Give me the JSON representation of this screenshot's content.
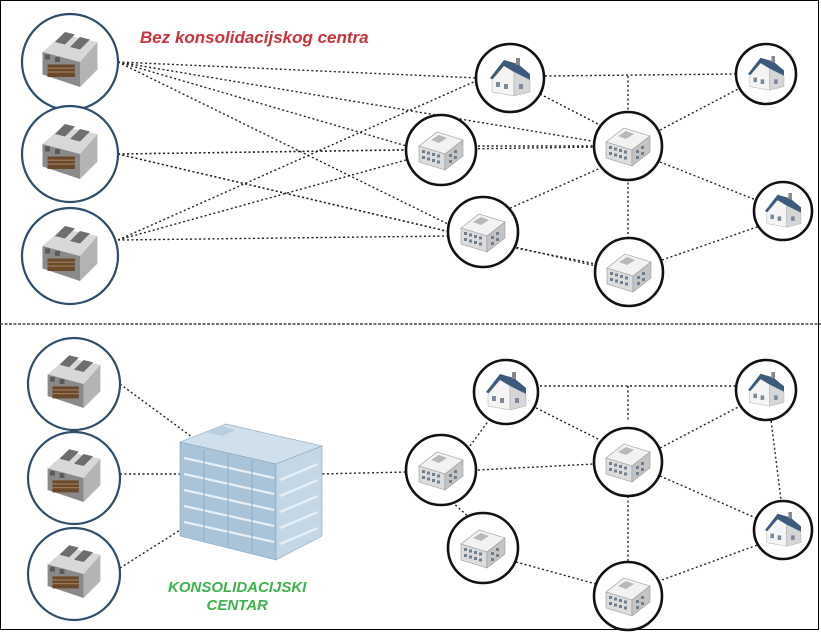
{
  "labels": {
    "top_title": "Bez konsolidacijskog centra",
    "bottom_title_line1": "KONSOLIDACIJSKI",
    "bottom_title_line2": "CENTAR"
  },
  "colors": {
    "top_title": "#c8323a",
    "bottom_title": "#3db24a",
    "divider": "#444444",
    "roof": "#3c5a7c",
    "center_building": "#a9c3d8"
  },
  "icons": {
    "supplier": "factory-icon",
    "store": "store-icon",
    "house": "house-icon",
    "consolidation_center": "office-building-icon"
  }
}
